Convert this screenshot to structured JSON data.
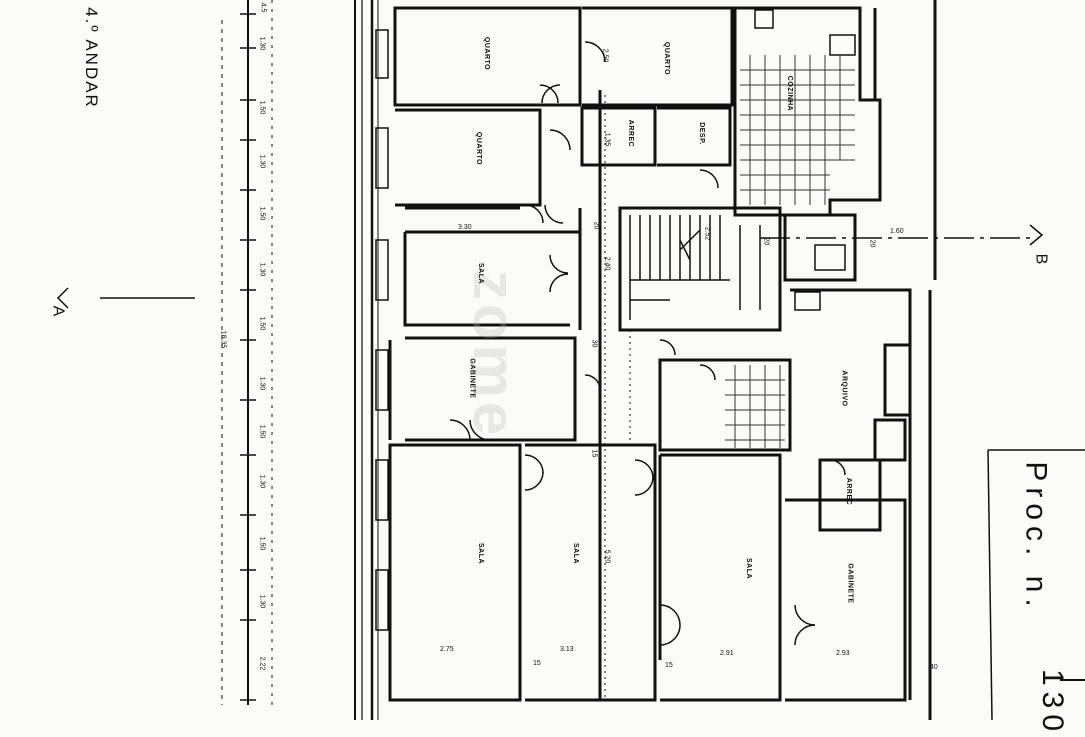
{
  "floor_label": "4.º ANDAR",
  "stamp": {
    "text": "Proc. n.",
    "number": "130"
  },
  "watermark": "zome",
  "section_marks": {
    "a": "A",
    "b": "B"
  },
  "rooms": {
    "quarto_1": "QUARTO",
    "quarto_2": "QUARTO",
    "quarto_3": "QUARTO",
    "cozinha": "COZINHA",
    "arrec_1": "ARREC",
    "desp": "DESP.",
    "sala_1": "SALA",
    "gabinete_1": "GABINETE",
    "arquivo": "ARQUIVO",
    "sala_2": "SALA",
    "sala_3": "SALA",
    "arrec_2": "ARREC",
    "sala_4": "SALA",
    "gabinete_2": "GABINETE"
  },
  "dimensions": {
    "d_left_top": "4.5",
    "d1": "1.30",
    "d2": "1.50",
    "d3": "1.30",
    "d4": "1.50",
    "d5": "1.30",
    "d6": "1.50",
    "d7": "1.30",
    "d8": "1.50",
    "d9": "1.30",
    "d10": "1.50",
    "d11": "1.30",
    "d12": "2.22",
    "total": "18.35",
    "q_250": "2.50",
    "arrec_135": "1.35",
    "sala_330": "3.30",
    "stair_20": "20",
    "stair_240": "2.40",
    "stair_252": "2.52",
    "stair_20b": "20",
    "b_160": "1.60",
    "b_20": "20",
    "gab_30": "30",
    "s_15": "15",
    "s_520": "5.20",
    "b1": "2.75",
    "b2": "3.13",
    "b3": "2.91",
    "b4": "2.93",
    "b5": "40",
    "b6": "15",
    "b7": "15"
  }
}
